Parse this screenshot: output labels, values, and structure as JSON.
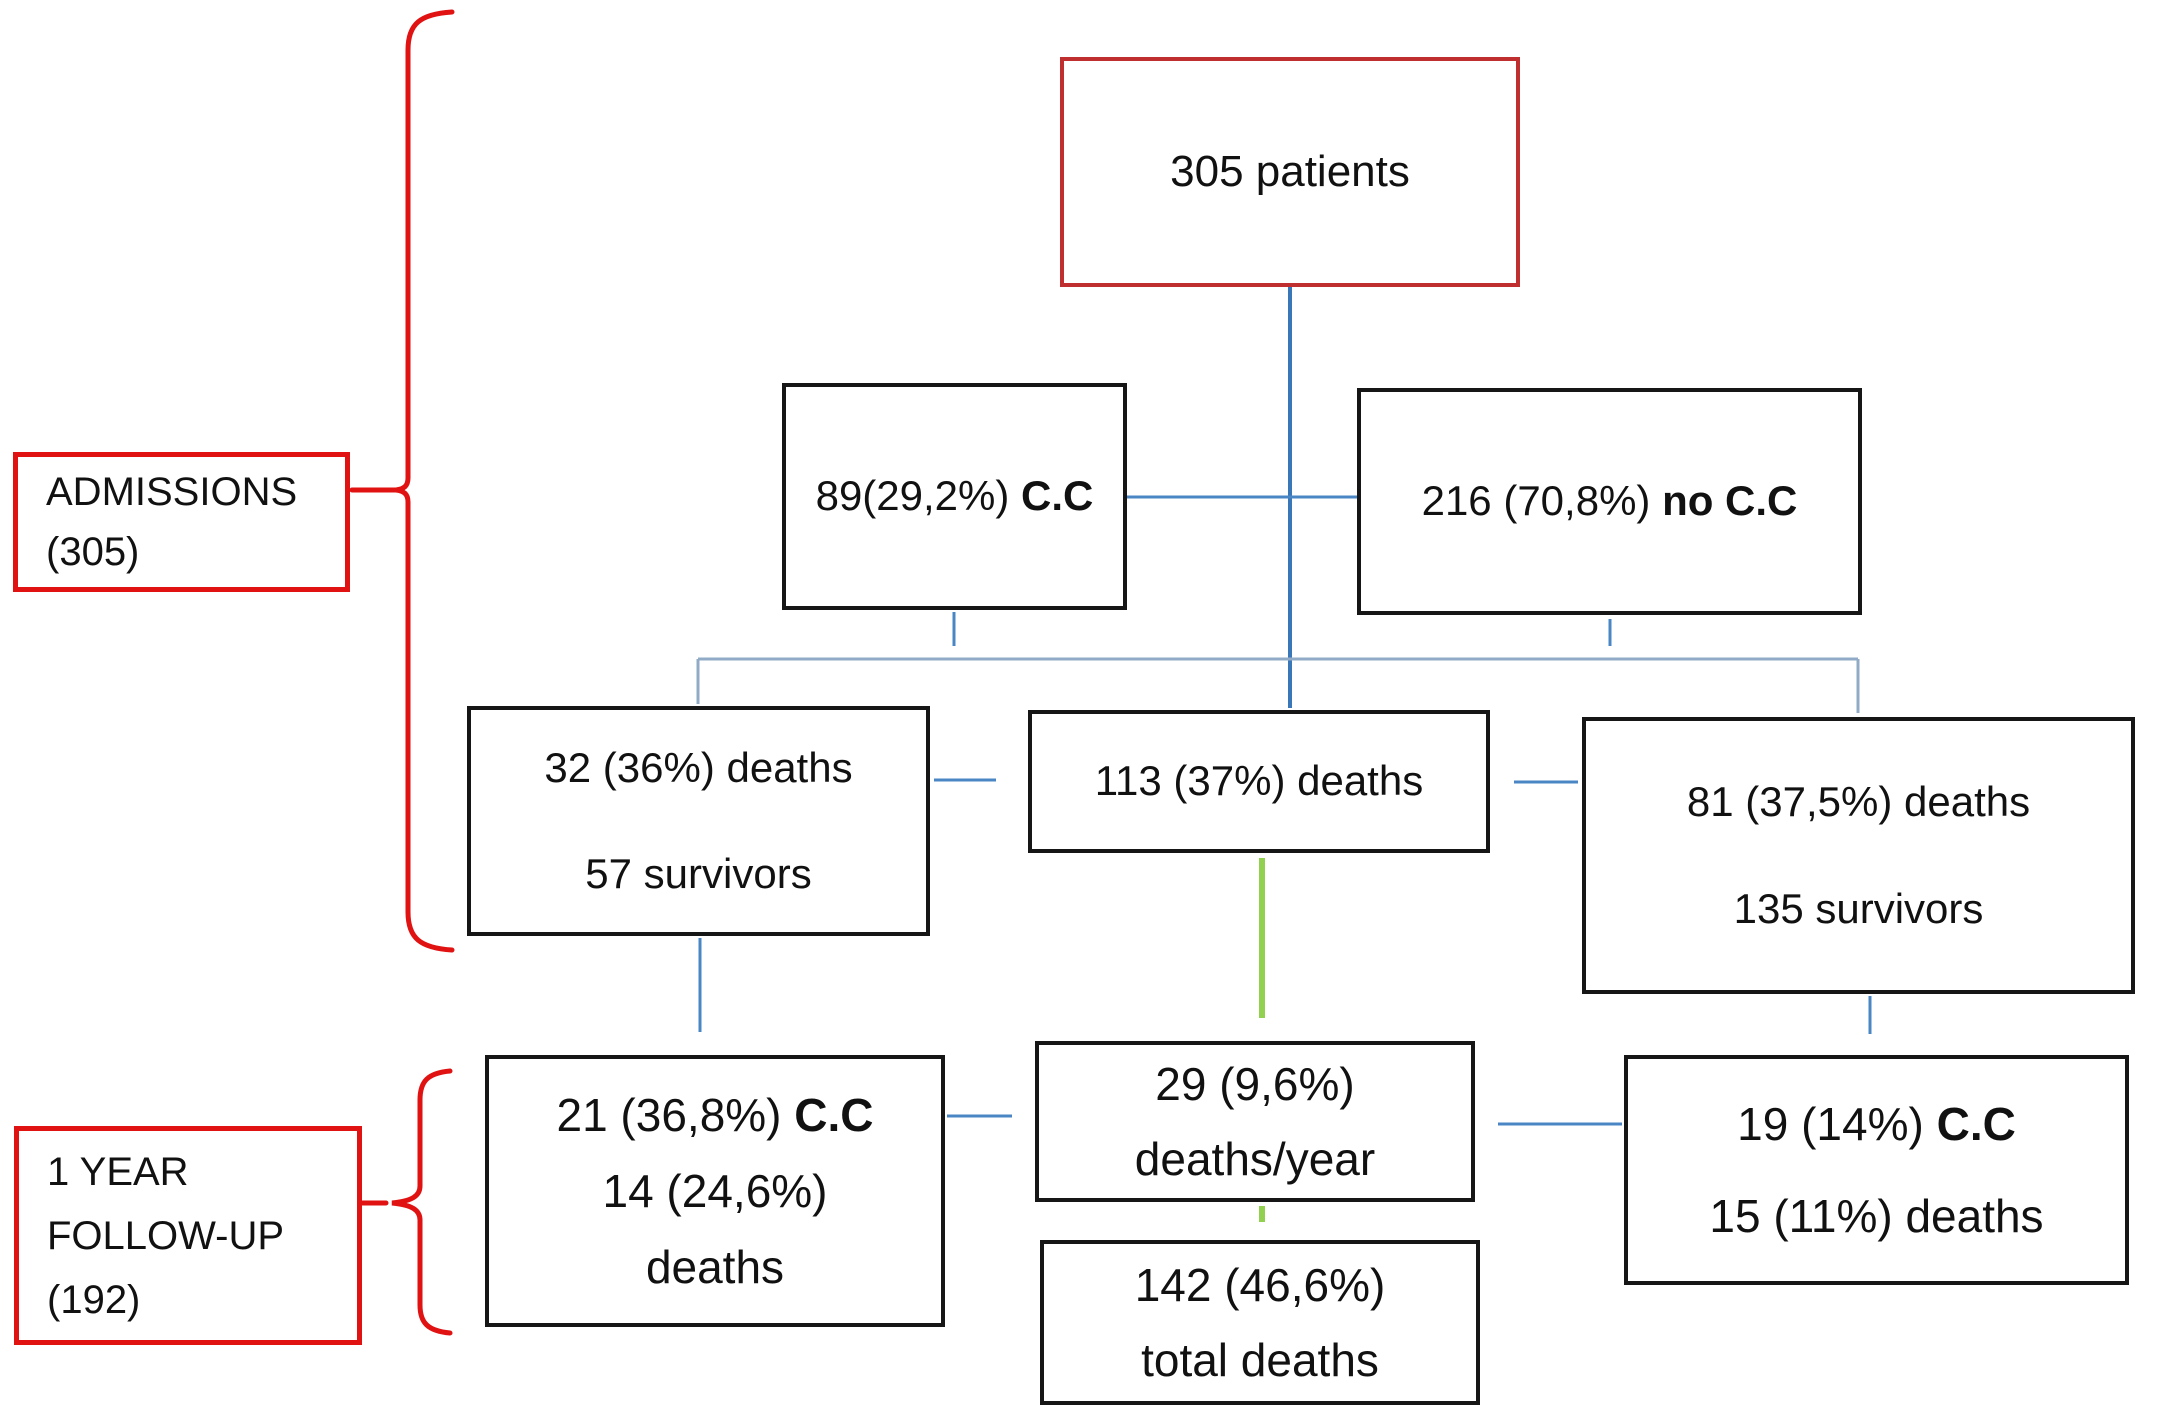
{
  "title": "Patient admissions and one-year follow-up mortality flowchart",
  "theme": {
    "background": "#ffffff",
    "black_border": "#161616",
    "red_box": "#c02f2f",
    "red_label": "#e01212",
    "blue": "#4a86c4",
    "blue_dark": "#3a77b8",
    "blue_light": "#91abc7",
    "blue_head": "#1e6db6",
    "green": "#92d050",
    "text": "#111111"
  },
  "labels": {
    "admissions": {
      "line1": "ADMISSIONS",
      "line2": "(305)"
    },
    "followup": {
      "line1": "1 YEAR",
      "line2": "FOLLOW-UP",
      "line3": "(192)"
    }
  },
  "nodes": {
    "patients": {
      "text": "305 patients"
    },
    "cc": {
      "normal": "89(29,2%) ",
      "bold": "C.C"
    },
    "no_cc": {
      "normal": "216 (70,8%) ",
      "bold": "no C.C"
    },
    "cc_outcome": {
      "line1": "32 (36%) deaths",
      "line2": "57 survivors"
    },
    "all_deaths": {
      "text": "113 (37%) deaths"
    },
    "no_cc_outcome": {
      "line1": "81 (37,5%) deaths",
      "line2": "135 survivors"
    },
    "followup_cc": {
      "line1_normal": "21 (36,8%) ",
      "line1_bold": "C.C",
      "line2": "14 (24,6%)",
      "line3": "deaths"
    },
    "deaths_per_year": {
      "line1": "29 (9,6%)",
      "line2": "deaths/year"
    },
    "followup_no_cc": {
      "line1_normal": "19 (14%) ",
      "line1_bold": "C.C",
      "line2": "15 (11%) deaths"
    },
    "total_deaths": {
      "line1": "142 (46,6%)",
      "line2": "total deaths"
    }
  }
}
